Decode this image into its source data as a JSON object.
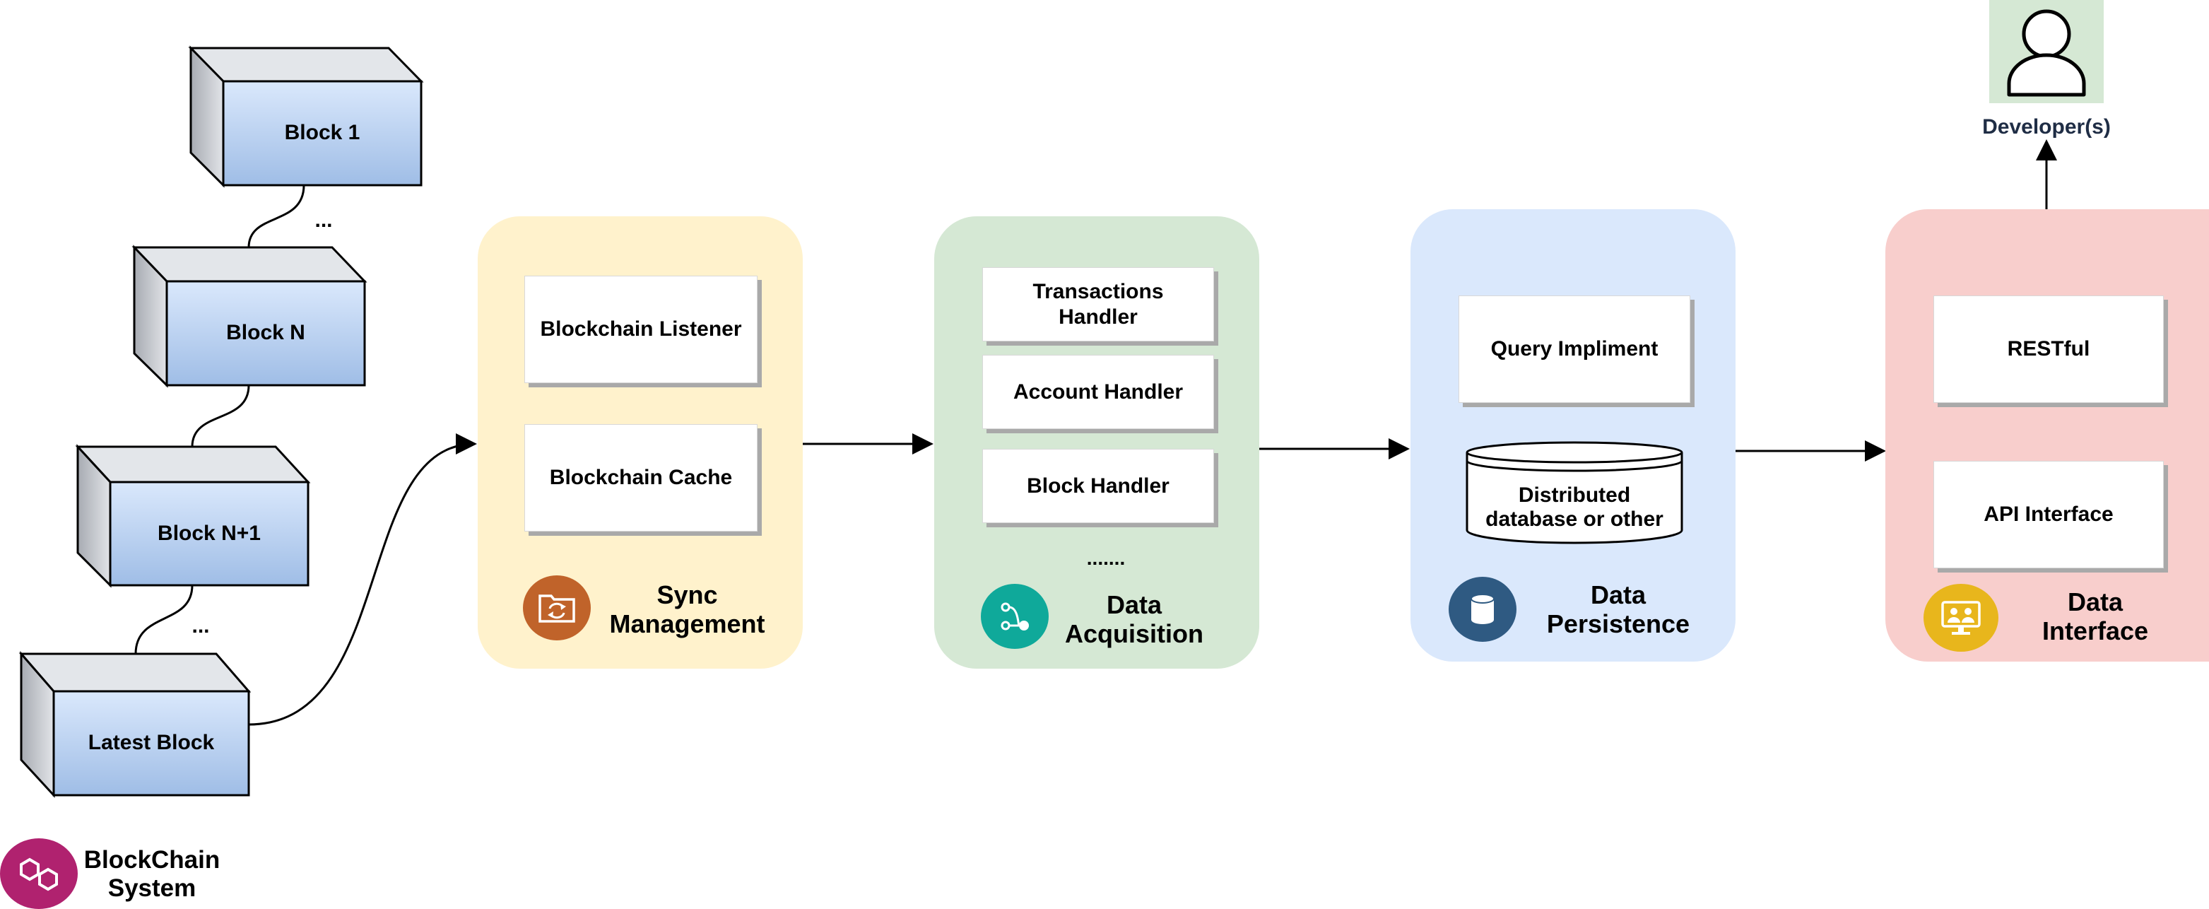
{
  "blocks": [
    {
      "label": "Block 1"
    },
    {
      "label": "Block N"
    },
    {
      "label": "Block N+1"
    },
    {
      "label": "Latest Block"
    }
  ],
  "block_ellipses": [
    "...",
    "..."
  ],
  "blockchain_system": {
    "label": "BlockChain\nSystem",
    "icon": "blockchain-hex-icon",
    "color": "#b0226f"
  },
  "sync": {
    "title": "Sync\nManagement",
    "color": "#fff2cc",
    "icon": "sync-folder-icon",
    "icon_color": "#c0632a",
    "cards": [
      "Blockchain Listener",
      "Blockchain Cache"
    ]
  },
  "acquisition": {
    "title": "Data\nAcquisition",
    "color": "#d5e8d4",
    "icon": "flow-nodes-icon",
    "icon_color": "#0fa99a",
    "cards": [
      "Transactions\nHandler",
      "Account Handler",
      "Block Handler"
    ],
    "ellipsis": "......."
  },
  "persistence": {
    "title": "Data\nPersistence",
    "color": "#dae8fc",
    "icon": "database-icon",
    "icon_color": "#2f5a82",
    "cards": [
      "Query Impliment"
    ],
    "database": "Distributed\ndatabase or other"
  },
  "interface": {
    "title": "Data\nInterface",
    "color": "#f8cecc",
    "icon": "monitor-users-icon",
    "icon_color": "#e8b61c",
    "cards": [
      "RESTful",
      "API Interface"
    ]
  },
  "developer": {
    "label": "Developer(s)",
    "icon": "user-icon",
    "label_color": "#1f2d45",
    "bg": "#d5e8d4"
  }
}
